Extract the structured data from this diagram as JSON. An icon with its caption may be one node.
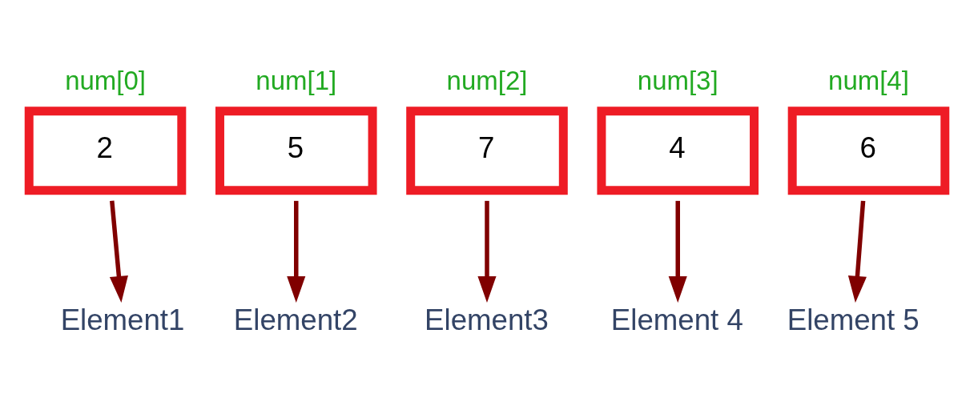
{
  "diagram": {
    "nodes": [
      {
        "text": [
          "2"
        ],
        "beside": [
          "num[0]"
        ]
      },
      {
        "text": [
          "5"
        ],
        "beside": [
          "num[1]"
        ]
      },
      {
        "text": [
          "7"
        ],
        "beside": [
          "num[2]"
        ]
      },
      {
        "text": [
          "4"
        ],
        "beside": [
          "num[3]"
        ]
      },
      {
        "text": [
          "6"
        ],
        "beside": [
          "num[4]"
        ]
      },
      {
        "text": [
          "Element1"
        ]
      },
      {
        "text": [
          "Element2"
        ]
      },
      {
        "text": [
          "Element3"
        ]
      },
      {
        "text": [
          "Element 4"
        ]
      },
      {
        "text": [
          "Element 5"
        ]
      }
    ],
    "edges": [
      {
        "from": 0,
        "to": 5,
        "arrow": "to"
      },
      {
        "from": 1,
        "to": 6,
        "arrow": "to"
      },
      {
        "from": 2,
        "to": 7,
        "arrow": "to"
      },
      {
        "from": 3,
        "to": 8,
        "arrow": "to"
      },
      {
        "from": 4,
        "to": 9,
        "arrow": "to"
      }
    ]
  }
}
